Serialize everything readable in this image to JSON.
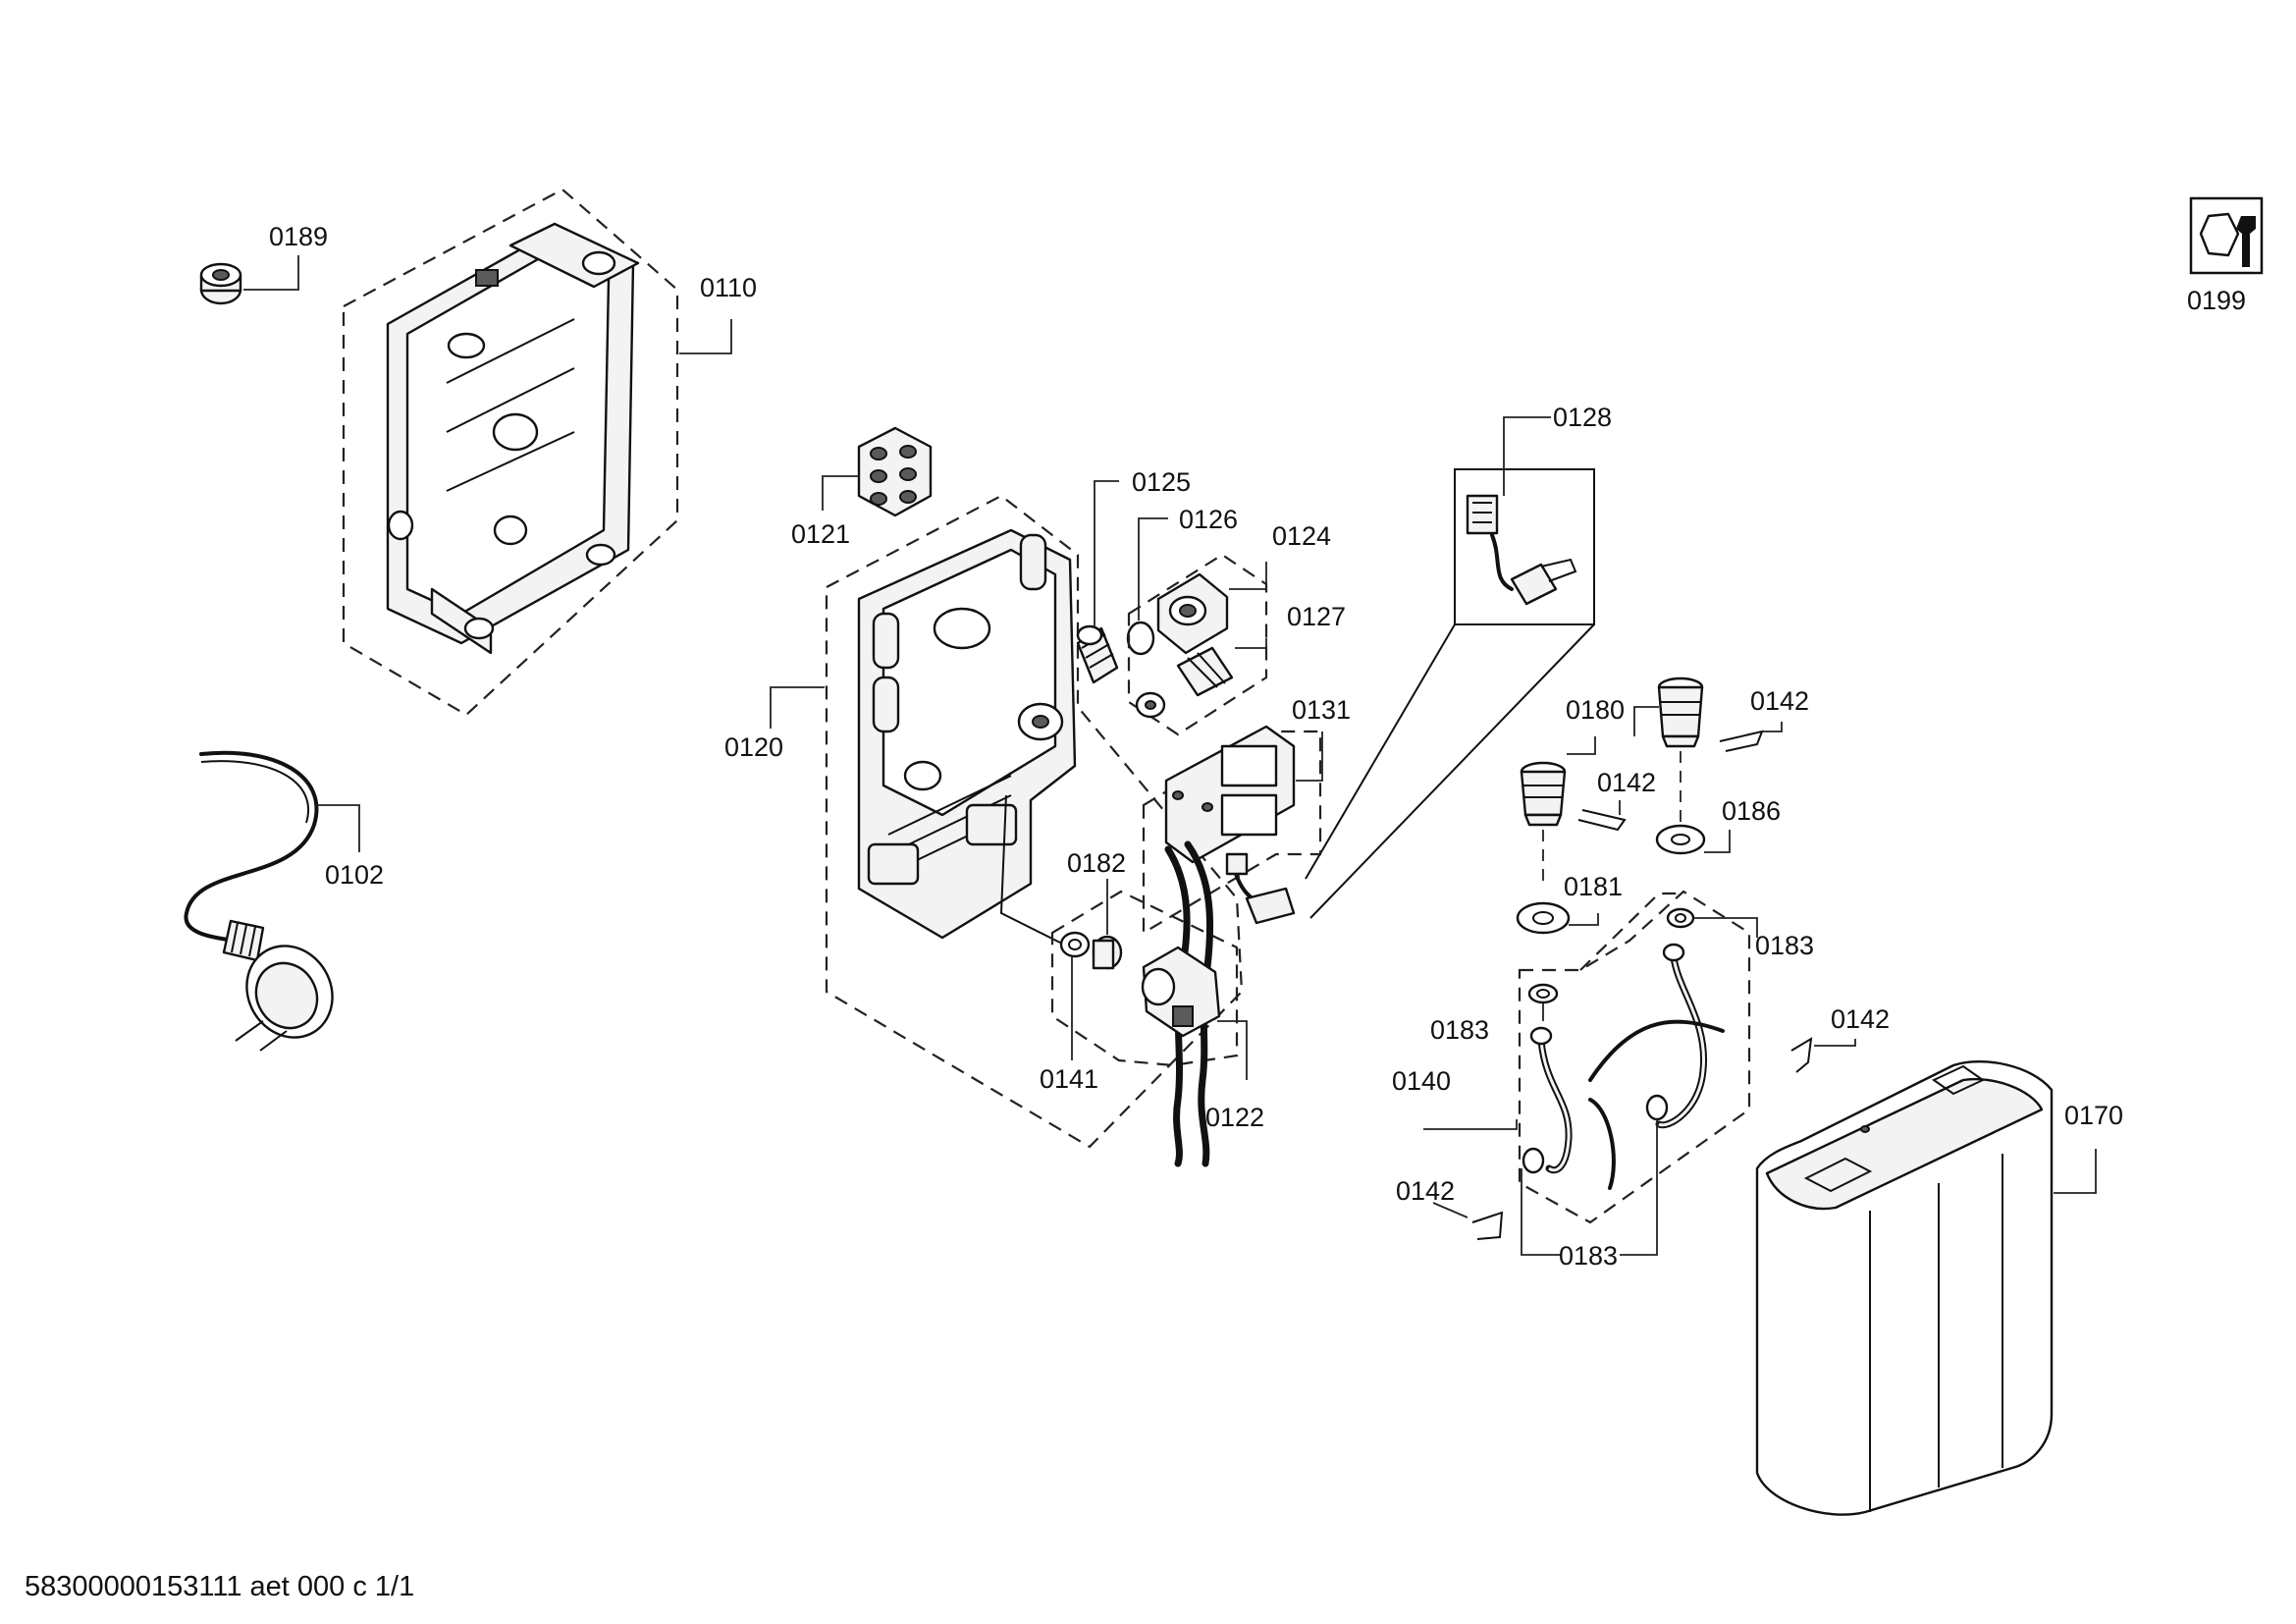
{
  "labels": {
    "l0189": "0189",
    "l0110": "0110",
    "l0102": "0102",
    "l0121": "0121",
    "l0125": "0125",
    "l0126": "0126",
    "l0124": "0124",
    "l0127": "0127",
    "l0120": "0120",
    "l0128": "0128",
    "l0131": "0131",
    "l0180": "0180",
    "l0142a": "0142",
    "l0142b": "0142",
    "l0186": "0186",
    "l0181": "0181",
    "l0183a": "0183",
    "l0182": "0182",
    "l0183b": "0183",
    "l0140": "0140",
    "l0142c": "0142",
    "l0141": "0141",
    "l0122": "0122",
    "l0142d": "0142",
    "l0183c": "0183",
    "l0170": "0170",
    "l0199": "0199"
  },
  "footer": {
    "document_code": "58300000153111 aet 000 c 1/1"
  },
  "icons": {
    "service_icon": "nut-and-wrench-icon"
  }
}
